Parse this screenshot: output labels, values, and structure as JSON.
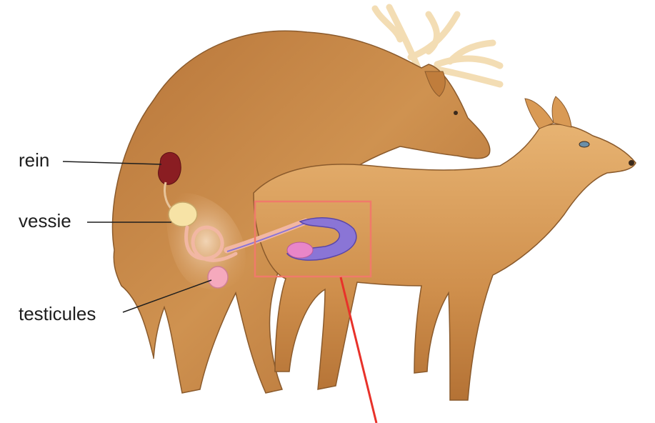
{
  "labels": {
    "rein": "rein",
    "vessie": "vessie",
    "testicules": "testicules"
  },
  "colors": {
    "coat": "#c98a45",
    "coat_dark": "#a5652e",
    "coat_light": "#e3ad6c",
    "antler": "#f3ddb4",
    "kidney": "#8a1d22",
    "bladder": "#f7e3a6",
    "duct": "#f2b7a3",
    "testis": "#f5a9bd",
    "female_tract": "#8a75d6",
    "highlight_box": "#f07a6a",
    "pointer_line": "#e8322a"
  }
}
